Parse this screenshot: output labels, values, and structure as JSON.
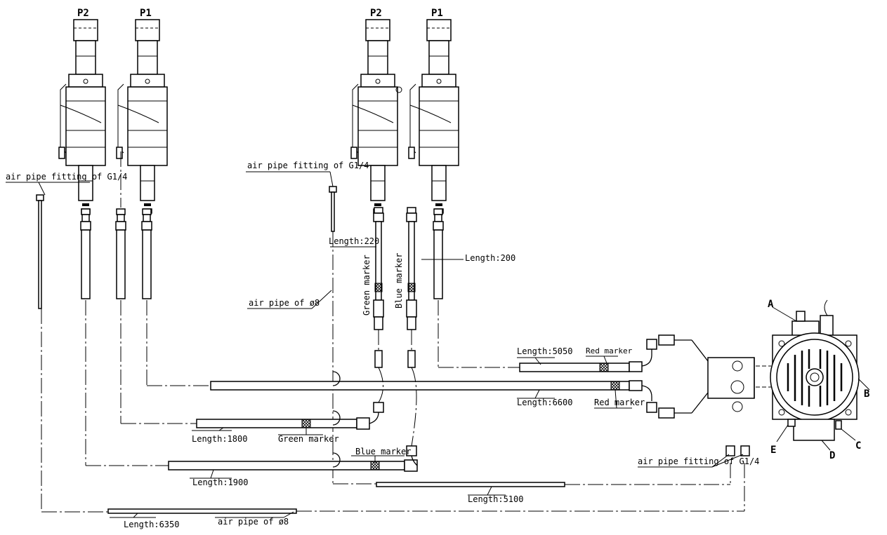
{
  "units": {
    "left_pair": {
      "p2": "P2",
      "p1": "P1"
    },
    "right_pair": {
      "p2": "P2",
      "p1": "P1"
    }
  },
  "labels": {
    "fitting_left": "air pipe fitting of  G1/4",
    "fitting_mid": "air pipe fitting of  G1/4",
    "fitting_right": "air pipe fitting of  G1/4",
    "pipe_mid": "air pipe of ø8",
    "pipe_bottom": "air pipe of ø8",
    "len_220": "Length:220",
    "len_200": "Length:200",
    "len_5050": "Length:5050",
    "len_6600": "Length:6600",
    "len_1800": "Length:1800",
    "len_1900": "Length:1900",
    "len_5100": "Length:5100",
    "len_6350": "Length:6350",
    "green_marker_v": "Green marker",
    "blue_marker_v": "Blue marker",
    "red_marker_top": "Red marker",
    "red_marker_bottom": "Red marker",
    "green_marker_h": "Green marker",
    "blue_marker_h": "Blue marker"
  },
  "motor_points": {
    "a": "A",
    "b": "B",
    "c": "C",
    "d": "D",
    "e": "E"
  }
}
